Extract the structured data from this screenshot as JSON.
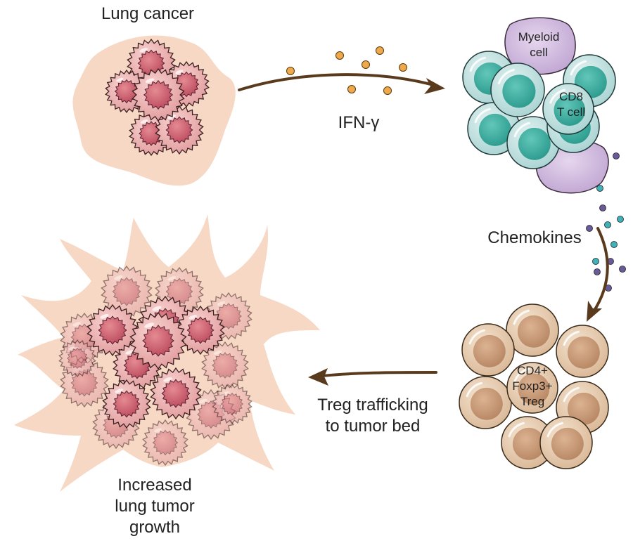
{
  "labels": {
    "lung_cancer": "Lung cancer",
    "ifn_gamma": "IFN-γ",
    "chemokines": "Chemokines",
    "treg_trafficking_1": "Treg trafficking",
    "treg_trafficking_2": "to tumor bed",
    "increased_1": "Increased",
    "increased_2": "lung tumor",
    "increased_3": "growth",
    "myeloid_1": "Myeloid",
    "myeloid_2": "cell",
    "cd8_1": "CD8",
    "cd8_2": "T cell",
    "treg_1": "CD4+",
    "treg_2": "Foxp3+",
    "treg_3": "Treg"
  },
  "colors": {
    "arrow": "#5a3a1c",
    "tumor_bg": "#f6d8c4",
    "tumor_cell": "#e6a0a2",
    "tumor_nucleus": "#c9586a",
    "cd8_cell": "#c5e3e2",
    "cd8_nucleus": "#3aaea0",
    "myeloid": "#cdb6dc",
    "treg_cell": "#e7cdb1",
    "treg_nucleus": "#c89b7a",
    "ifn_dot": "#efa94a",
    "chemokine_purple": "#6a5a9a",
    "chemokine_teal": "#3fb1b8"
  }
}
